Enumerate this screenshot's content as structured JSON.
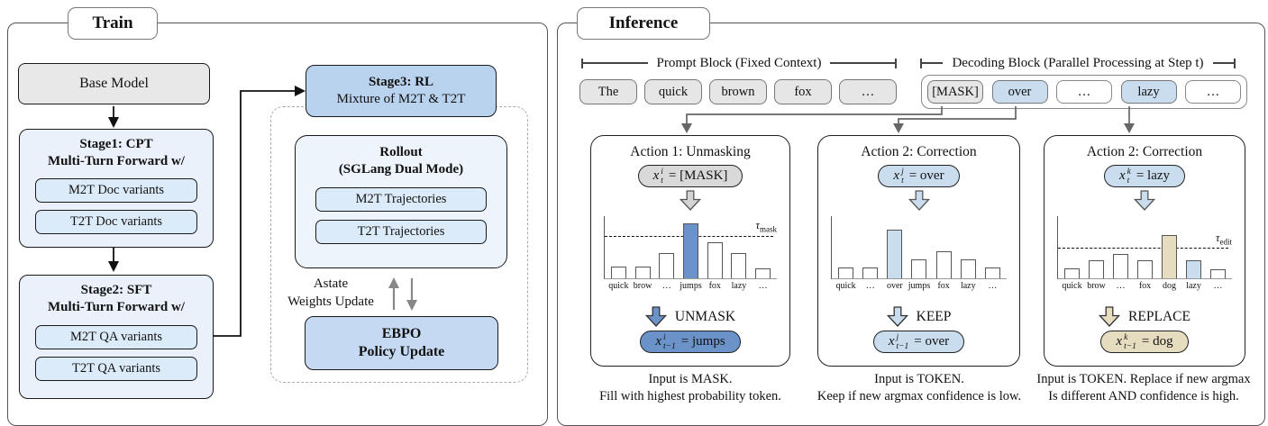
{
  "train": {
    "tab_label": "Train",
    "base_model_label": "Base Model",
    "stage1": {
      "title": "Stage1: CPT",
      "subtitle": "Multi-Turn Forward w/",
      "items": [
        "M2T Doc variants",
        "T2T Doc variants"
      ]
    },
    "stage2": {
      "title": "Stage2: SFT",
      "subtitle": "Multi-Turn Forward w/",
      "items": [
        "M2T QA variants",
        "T2T QA variants"
      ]
    },
    "stage3": {
      "title": "Stage3: RL",
      "subtitle": "Mixture of M2T & T2T"
    },
    "rollout": {
      "title": "Rollout",
      "subtitle": "(SGLang Dual Mode)",
      "items": [
        "M2T Trajectories",
        "T2T Trajectories"
      ]
    },
    "weights_update": {
      "line1": "Astate",
      "line2": "Weights Update"
    },
    "ebpo": {
      "title": "EBPO",
      "subtitle": "Policy Update"
    }
  },
  "inference": {
    "tab_label": "Inference",
    "prompt_block_label": "Prompt Block (Fixed Context)",
    "decoding_block_label": "Decoding Block (Parallel Processing at Step t)",
    "prompt_tokens": [
      "The",
      "quick",
      "brown",
      "fox",
      "…"
    ],
    "decoding_tokens": [
      "[MASK]",
      "over",
      "…",
      "lazy",
      "…"
    ],
    "panels": [
      {
        "title": "Action 1: Unmasking",
        "input_pill": {
          "var": "x",
          "sup": "i",
          "sub": "t",
          "eq": "= [MASK]",
          "color": "#d9d9d9"
        },
        "input_arrow_color": "#d4d4d4",
        "chart": {
          "bars": [
            {
              "label": "quick",
              "value": 0.19,
              "color": "#ffffff"
            },
            {
              "label": "brow",
              "value": 0.19,
              "color": "#ffffff"
            },
            {
              "label": "…",
              "value": 0.4,
              "color": "#ffffff"
            },
            {
              "label": "jumps",
              "value": 0.87,
              "color": "#6b92c9"
            },
            {
              "label": "fox",
              "value": 0.57,
              "color": "#ffffff"
            },
            {
              "label": "lazy",
              "value": 0.4,
              "color": "#ffffff"
            },
            {
              "label": "…",
              "value": 0.16,
              "color": "#ffffff"
            }
          ],
          "threshold": {
            "value": 0.66,
            "base": "τ",
            "sub": "mask"
          }
        },
        "action": {
          "label": "UNMASK",
          "arrow_color": "#6b92c9"
        },
        "output_pill": {
          "var": "x",
          "sup": "i",
          "sub": "t−1",
          "eq": "= jumps",
          "color": "#6b92c9"
        },
        "caption": [
          "Input is MASK.",
          "Fill with highest probability token."
        ]
      },
      {
        "title": "Action 2: Correction",
        "input_pill": {
          "var": "x",
          "sup": "j",
          "sub": "t",
          "eq": "= over",
          "color": "#c9ddee"
        },
        "input_arrow_color": "#c9ddee",
        "chart": {
          "bars": [
            {
              "label": "quick",
              "value": 0.17,
              "color": "#ffffff"
            },
            {
              "label": "…",
              "value": 0.17,
              "color": "#ffffff"
            },
            {
              "label": "over",
              "value": 0.77,
              "color": "#c9ddee"
            },
            {
              "label": "jumps",
              "value": 0.3,
              "color": "#ffffff"
            },
            {
              "label": "fox",
              "value": 0.43,
              "color": "#ffffff"
            },
            {
              "label": "lazy",
              "value": 0.3,
              "color": "#ffffff"
            },
            {
              "label": "…",
              "value": 0.17,
              "color": "#ffffff"
            }
          ],
          "threshold": null
        },
        "action": {
          "label": "KEEP",
          "arrow_color": "#c9ddee"
        },
        "output_pill": {
          "var": "x",
          "sup": "j",
          "sub": "t−1",
          "eq": "= over",
          "color": "#c9ddee"
        },
        "caption": [
          "Input is TOKEN.",
          "Keep if new argmax confidence is low."
        ]
      },
      {
        "title": "Action 2: Correction",
        "input_pill": {
          "var": "x",
          "sup": "k",
          "sub": "t",
          "eq": "= lazy",
          "color": "#c9ddee"
        },
        "input_arrow_color": "#c9ddee",
        "chart": {
          "bars": [
            {
              "label": "quick",
              "value": 0.16,
              "color": "#ffffff"
            },
            {
              "label": "brow",
              "value": 0.29,
              "color": "#ffffff"
            },
            {
              "label": "…",
              "value": 0.39,
              "color": "#ffffff"
            },
            {
              "label": "fox",
              "value": 0.29,
              "color": "#ffffff"
            },
            {
              "label": "dog",
              "value": 0.69,
              "color": "#e6dcc0"
            },
            {
              "label": "lazy",
              "value": 0.29,
              "color": "#c9ddee"
            },
            {
              "label": "…",
              "value": 0.14,
              "color": "#ffffff"
            }
          ],
          "threshold": {
            "value": 0.47,
            "base": "τ",
            "sub": "edit"
          }
        },
        "action": {
          "label": "REPLACE",
          "arrow_color": "#e6dcc0"
        },
        "output_pill": {
          "var": "x",
          "sup": "k",
          "sub": "t−1",
          "eq": "= dog",
          "color": "#e6dcc0"
        },
        "caption": [
          "Input is TOKEN. Replace if new argmax",
          "Is different AND confidence is high."
        ]
      }
    ]
  },
  "colors": {
    "stage_blue": "#b9d2ed",
    "light_blue_panel": "#eaf1fb",
    "inner_blue": "#dcebf9",
    "ebpo_blue": "#c5daf2",
    "grey_fill": "#e8e8e8",
    "token_blue": "#c9ddee",
    "dark_blue": "#6b92c9",
    "tan": "#e6dcc0"
  }
}
